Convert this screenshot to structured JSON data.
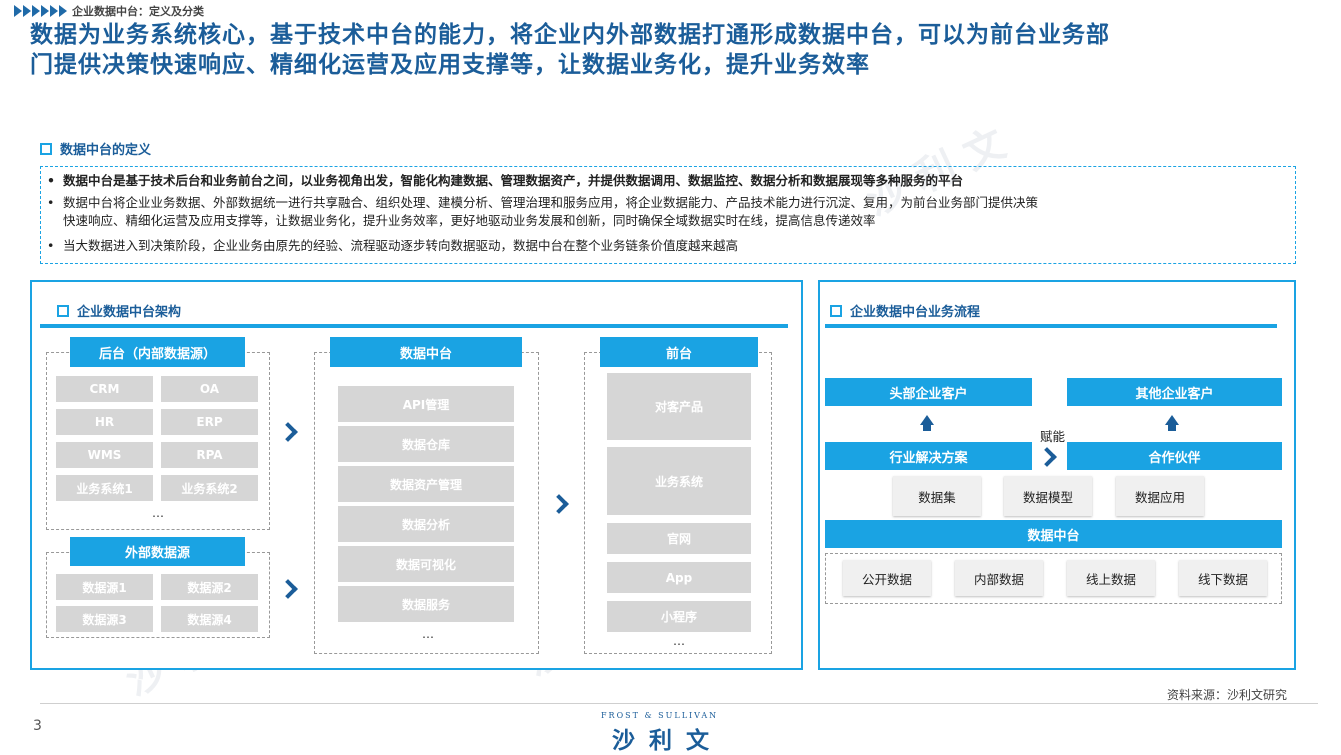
{
  "header": {
    "breadcrumb": "企业数据中台：定义及分类",
    "headline_line1": "数据为业务系统核心，基于技术中台的能力，将企业内外部数据打通形成数据中台，可以为前台业务部",
    "headline_line2": "门提供决策快速响应、精细化运营及应用支撑等，让数据业务化，提升业务效率"
  },
  "definition": {
    "title": "数据中台的定义",
    "bullet1": "数据中台是基于技术后台和业务前台之间，以业务视角出发，智能化构建数据、管理数据资产，并提供数据调用、数据监控、数据分析和数据展现等多种服务的平台",
    "bullet2_line1": "数据中台将企业业务数据、外部数据统一进行共享融合、组织处理、建模分析、管理治理和服务应用，将企业数据能力、产品技术能力进行沉淀、复用，为前台业务部门提供决策",
    "bullet2_line2": "快速响应、精细化运营及应用支撑等，让数据业务化，提升业务效率，更好地驱动业务发展和创新，同时确保全域数据实时在线，提高信息传递效率",
    "bullet3": "当大数据进入到决策阶段，企业业务由原先的经验、流程驱动逐步转向数据驱动，数据中台在整个业务链条价值度越来越高"
  },
  "architecture": {
    "title": "企业数据中台架构",
    "backend_head": "后台（内部数据源）",
    "backend_items": [
      "CRM",
      "OA",
      "HR",
      "ERP",
      "WMS",
      "RPA",
      "业务系统1",
      "业务系统2"
    ],
    "external_head": "外部数据源",
    "external_items": [
      "数据源1",
      "数据源2",
      "数据源3",
      "数据源4"
    ],
    "middle_head": "数据中台",
    "middle_items": [
      "API管理",
      "数据仓库",
      "数据资产管理",
      "数据分析",
      "数据可视化",
      "数据服务"
    ],
    "front_head": "前台",
    "front_items": [
      "对客产品",
      "业务系统",
      "官网",
      "App",
      "小程序"
    ],
    "ellipsis": "…"
  },
  "process": {
    "title": "企业数据中台业务流程",
    "client_top": "头部企业客户",
    "client_other": "其他企业客户",
    "empower": "赋能",
    "solution": "行业解决方案",
    "partner": "合作伙伴",
    "capabilities": [
      "数据集",
      "数据模型",
      "数据应用"
    ],
    "platform": "数据中台",
    "sources": [
      "公开数据",
      "内部数据",
      "线上数据",
      "线下数据"
    ]
  },
  "footer": {
    "source": "资料来源：沙利文研究",
    "page": "3",
    "logo_top": "FROST & SULLIVAN",
    "logo_main": "沙利文"
  },
  "colors": {
    "accent": "#1aa3e3",
    "title_blue": "#1b5d99",
    "grey_box": "#d6d6d6"
  }
}
